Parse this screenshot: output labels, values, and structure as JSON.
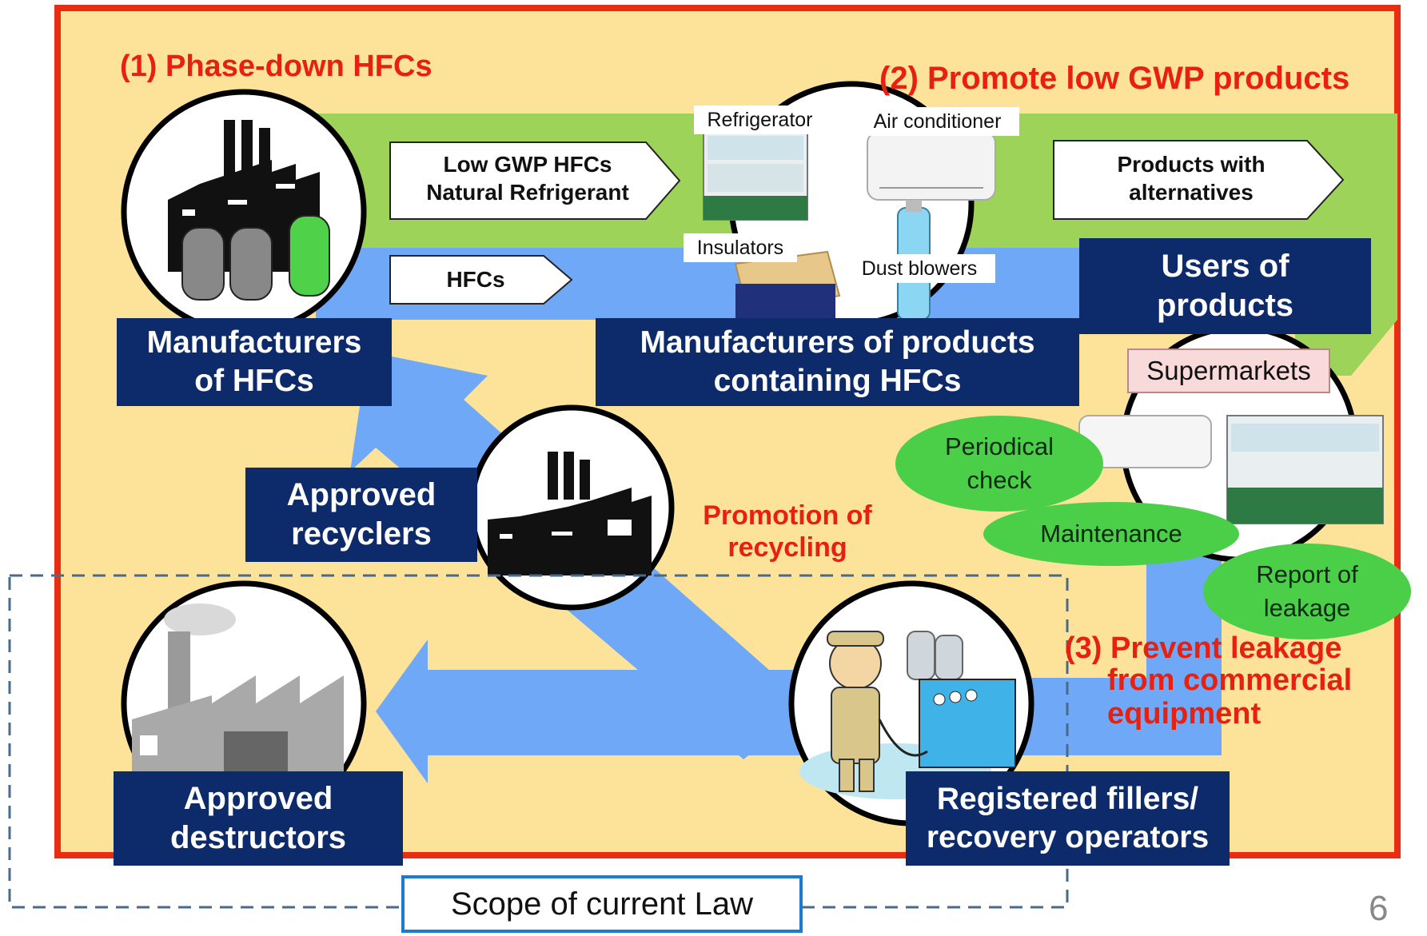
{
  "page_number": "6",
  "titles": {
    "phase_down": "(1) Phase-down HFCs",
    "promote_low_gwp": "(2) Promote low GWP products",
    "prevent_leakage_line1": "(3) Prevent  leakage",
    "prevent_leakage_line2": "from commercial",
    "prevent_leakage_line3": "equipment"
  },
  "arrows": {
    "low_gwp_line1": "Low GWP HFCs",
    "low_gwp_line2": "Natural Refrigerant",
    "hfcs": "HFCs",
    "products_alt_line1": "Products with",
    "products_alt_line2": "alternatives"
  },
  "products": {
    "refrigerator": "Refrigerator",
    "air_conditioner": "Air conditioner",
    "insulators": "Insulators",
    "dust_blowers": "Dust blowers"
  },
  "actors": {
    "manufacturers_hfc_line1": "Manufacturers",
    "manufacturers_hfc_line2": "of HFCs",
    "manufacturers_products_line1": "Manufacturers of  products",
    "manufacturers_products_line2": "containing HFCs",
    "users_line1": "Users of",
    "users_line2": "products",
    "supermarkets": "Supermarkets",
    "recyclers_line1": "Approved",
    "recyclers_line2": "recyclers",
    "destructors_line1": "Approved",
    "destructors_line2": "destructors",
    "fillers_line1": "Registered fillers/",
    "fillers_line2": "recovery operators"
  },
  "promotion_line1": "Promotion of",
  "promotion_line2": "recycling",
  "ovals": {
    "periodical_line1": "Periodical",
    "periodical_line2": "check",
    "maintenance": "Maintenance",
    "report_line1": "Report of",
    "report_line2": "leakage"
  },
  "scope_label": "Scope of current Law",
  "colors": {
    "background_panel": "#fde29a",
    "frame": "#ea2d12",
    "navy": "#0d2a6b",
    "green_band": "#9ed35a",
    "blue_flow": "#6ea8f7",
    "red_text": "#e8200f",
    "green_oval": "#4ccf48"
  }
}
